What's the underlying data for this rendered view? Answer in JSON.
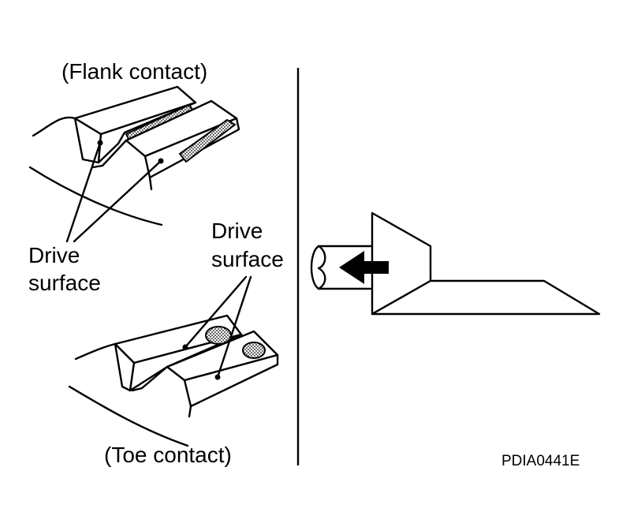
{
  "labels": {
    "flank_contact": "(Flank contact)",
    "toe_contact": "(Toe contact)",
    "drive_left_line1": "Drive",
    "drive_left_line2": "surface",
    "drive_right_line1": "Drive",
    "drive_right_line2": "surface",
    "figure_code": "PDIA0441E"
  },
  "colors": {
    "ink": "#000000",
    "background": "#ffffff"
  }
}
